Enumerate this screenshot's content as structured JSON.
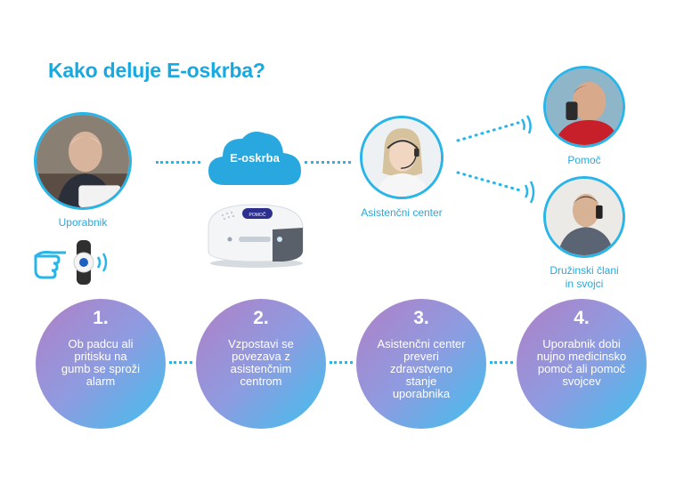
{
  "title": "Kako deluje E-oskrba?",
  "cloud_label": "E-oskrba",
  "device_button_label": "POMOČ",
  "nodes": {
    "user": "Uporabnik",
    "center": "Asistenčni center",
    "help": "Pomoč",
    "family": "Družinski člani\nin svojci"
  },
  "steps": [
    {
      "number": "1.",
      "text": "Ob padcu ali pritisku na gumb se sproži alarm"
    },
    {
      "number": "2.",
      "text": "Vzpostavi se povezava z asistenčnim centrom"
    },
    {
      "number": "3.",
      "text": "Asistenčni center preveri zdravstveno stanje uporabnika"
    },
    {
      "number": "4.",
      "text": "Uporabnik dobi nujno medicinsko pomoč ali pomoč svojcev"
    }
  ],
  "colors": {
    "accent": "#17a9e1",
    "gradient_start": "#b07fc6",
    "gradient_end": "#3fc0ee"
  }
}
